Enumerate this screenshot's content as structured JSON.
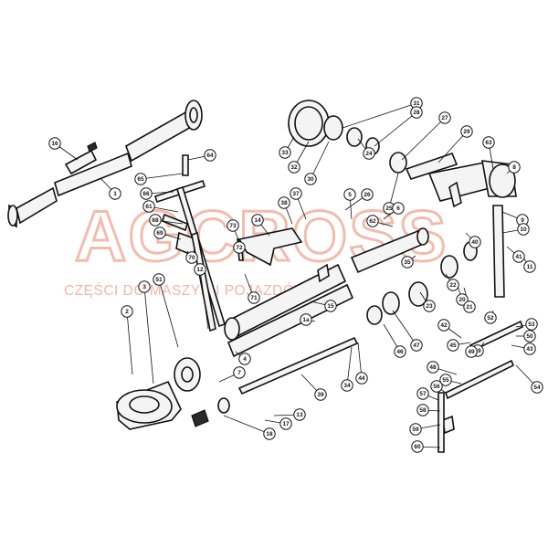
{
  "watermark": {
    "brand": "AGCROSS",
    "tagline": "CZĘŚCI DO MASZYN I POJAZDÓW",
    "color": "#e8876a"
  },
  "callouts": [
    "16",
    "1",
    "65",
    "64",
    "66",
    "61",
    "68",
    "69",
    "70",
    "73",
    "72",
    "71",
    "14",
    "38",
    "37",
    "31",
    "30",
    "32",
    "33",
    "24",
    "28",
    "27",
    "29",
    "25",
    "26",
    "5",
    "6",
    "62",
    "63",
    "8",
    "9",
    "10",
    "40",
    "41",
    "11",
    "12",
    "35",
    "51",
    "3",
    "2",
    "7",
    "4",
    "15",
    "1a",
    "39",
    "13",
    "17",
    "18",
    "34",
    "44",
    "43",
    "42",
    "45",
    "46",
    "47",
    "19",
    "20",
    "21",
    "22",
    "23",
    "52",
    "53",
    "49",
    "50",
    "48",
    "55",
    "56",
    "57",
    "58",
    "59",
    "60",
    "54"
  ]
}
